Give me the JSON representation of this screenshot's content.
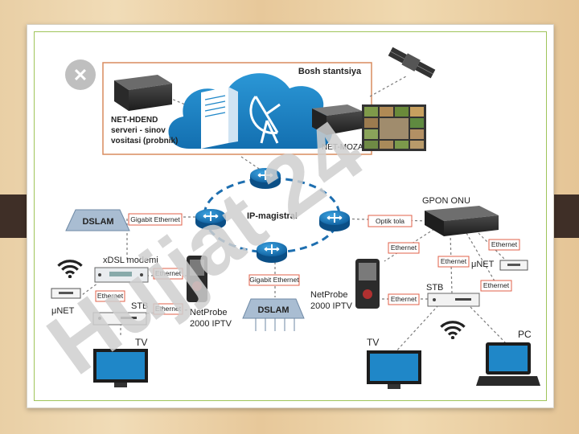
{
  "close_button": {
    "icon": "close-icon",
    "glyph": "✕"
  },
  "watermark": "Hujjat 24",
  "labels": {
    "bosh_stantsiya": "Bosh stantsiya",
    "hdend_1": "NET-HDEND",
    "hdend_2": "serveri - sinov",
    "hdend_3": "vositasi (probnik)",
    "net_mozaic": "NET-MOZAIC",
    "ip_magistral": "IP-magistral",
    "dslam_left": "DSLAM",
    "dslam_bottom": "DSLAM",
    "gpon_onu": "GPON ONU",
    "gigabit_ethernet_1": "Gigabit Ethernet",
    "gigabit_ethernet_2": "Gigabit Ethernet",
    "optik_tola": "Optik tola",
    "xdsl_modemi": "xDSL modemi",
    "ethernet_1": "Ethernet",
    "ethernet_2": "Ethernet",
    "ethernet_3": "Ethernet",
    "ethernet_4": "Ethernet",
    "ethernet_5": "Ethernet",
    "ethernet_6": "Ethernet",
    "ethernet_7": "Ethernet",
    "ethernet_8": "Ethernet",
    "unet_left": "μNET",
    "unet_right": "μNET",
    "stb_left": "STB",
    "stb_right": "STB",
    "netprobe_left_1": "NetProbe",
    "netprobe_left_2": "2000 IPTV",
    "netprobe_right_1": "NetProbe",
    "netprobe_right_2": "2000 IPTV",
    "tv_left": "TV",
    "tv_right": "TV",
    "pc": "PC"
  },
  "colors": {
    "cloud": "#1f87c8",
    "router": "#1a7ac0",
    "ring": "#1e6fb0",
    "headend_border": "#d98c5f",
    "label_border": "#e0604a",
    "dslam": "#9fb3c8",
    "watermark": "#d8d8d8",
    "watermark_purple": "#b58ad8"
  }
}
